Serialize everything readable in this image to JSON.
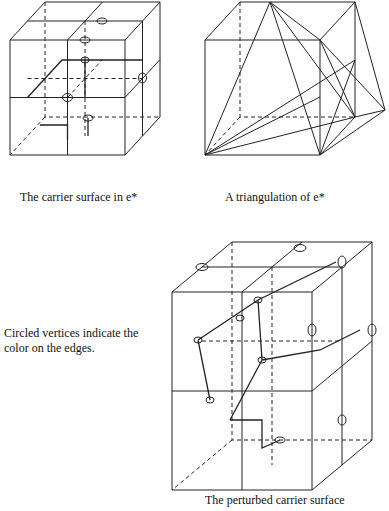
{
  "diagram": {
    "labels": [
      "The carrier surface in e*",
      "A triangulation of e*",
      "Circled vertices indicate the color on the edges.",
      "The perturbed carrier surface"
    ]
  }
}
